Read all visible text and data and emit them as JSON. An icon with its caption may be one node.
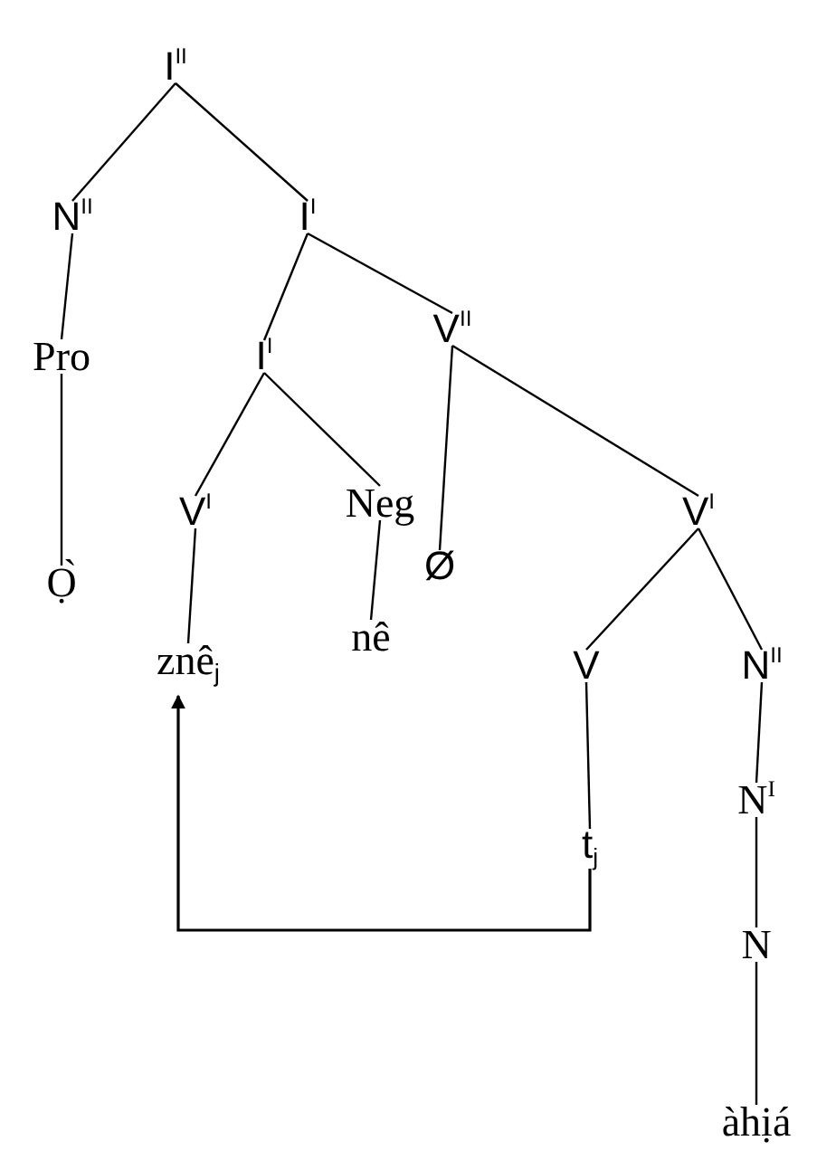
{
  "diagram": {
    "nodes": [
      {
        "text": [
          "I$^{II}$"
        ]
      },
      {
        "text": [
          "N$^{II}$"
        ]
      },
      {
        "text": [
          "I$^{I}$"
        ]
      },
      {
        "text": [
          "Pro"
        ]
      },
      {
        "text": [
          "I$^{I}$"
        ]
      },
      {
        "text": [
          "V$^{II}$"
        ]
      },
      {
        "text": [
          "Ọ̀"
        ]
      },
      {
        "text": [
          "V$^{I}$"
        ]
      },
      {
        "text": [
          "Neg"
        ]
      },
      {
        "text": [
          "Ø"
        ]
      },
      {
        "text": [
          "V$^{I}$"
        ]
      },
      {
        "text": [
          "znê$_{j}$"
        ]
      },
      {
        "text": [
          "nê"
        ]
      },
      {
        "text": [
          "V"
        ]
      },
      {
        "text": [
          "N$^{II}$"
        ]
      },
      {
        "text": [
          "t$_{j}$"
        ]
      },
      {
        "text": [
          "N$^{I}$"
        ]
      },
      {
        "text": [
          "N"
        ]
      },
      {
        "text": [
          "àhịá"
        ]
      }
    ],
    "edges": [
      {
        "from": 0,
        "to": 1,
        "arrow": "none"
      },
      {
        "from": 0,
        "to": 2,
        "arrow": "none"
      },
      {
        "from": 1,
        "to": 3,
        "arrow": "none"
      },
      {
        "from": 2,
        "to": 4,
        "arrow": "none"
      },
      {
        "from": 2,
        "to": 5,
        "arrow": "none"
      },
      {
        "from": 3,
        "to": 6,
        "arrow": "none"
      },
      {
        "from": 4,
        "to": 7,
        "arrow": "none"
      },
      {
        "from": 4,
        "to": 8,
        "arrow": "none"
      },
      {
        "from": 5,
        "to": 9,
        "arrow": "none"
      },
      {
        "from": 5,
        "to": 10,
        "arrow": "none"
      },
      {
        "from": 7,
        "to": 11,
        "arrow": "none"
      },
      {
        "from": 8,
        "to": 12,
        "arrow": "none"
      },
      {
        "from": 10,
        "to": 13,
        "arrow": "none"
      },
      {
        "from": 10,
        "to": 14,
        "arrow": "none"
      },
      {
        "from": 13,
        "to": 15,
        "arrow": "none"
      },
      {
        "from": 14,
        "to": 16,
        "arrow": "none"
      },
      {
        "from": 16,
        "to": 17,
        "arrow": "none"
      },
      {
        "from": 17,
        "to": 18,
        "arrow": "none"
      },
      {
        "from": 15,
        "to": 11,
        "arrow": "to"
      }
    ]
  }
}
